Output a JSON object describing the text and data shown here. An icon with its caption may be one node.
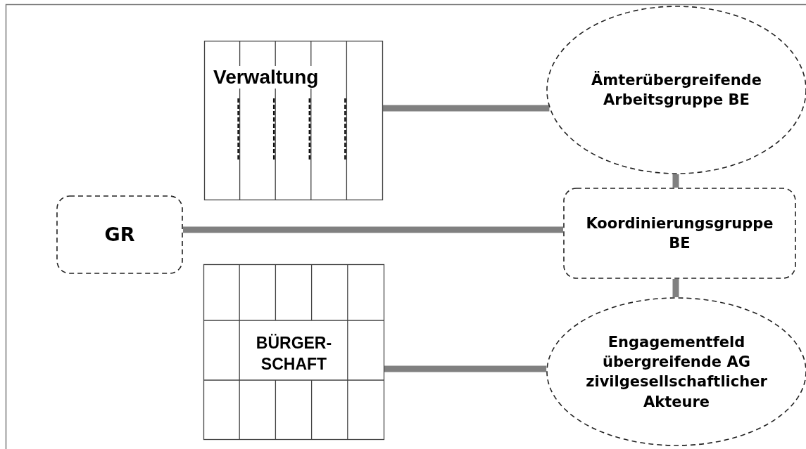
{
  "diagram": {
    "nodes": [
      {
        "text": [
          "Verwaltung"
        ]
      },
      {
        "text": [
          "Ämterübergreifende Arbeitsgruppe BE"
        ]
      },
      {
        "text": [
          "GR"
        ]
      },
      {
        "text": [
          "Koordinierungsgruppe BE"
        ]
      },
      {
        "text": [
          "BÜRGER- SCHAFT"
        ]
      },
      {
        "text": [
          "Engagementfeld übergreifende AG zivilgesellschaftlicher Akteure"
        ]
      }
    ],
    "edges": [
      {
        "from": 0,
        "to": 1,
        "arrow": "none"
      },
      {
        "from": 1,
        "to": 3,
        "arrow": "none"
      },
      {
        "from": 2,
        "to": 3,
        "arrow": "none"
      },
      {
        "from": 3,
        "to": 5,
        "arrow": "none"
      },
      {
        "from": 4,
        "to": 5,
        "arrow": "none"
      }
    ]
  }
}
